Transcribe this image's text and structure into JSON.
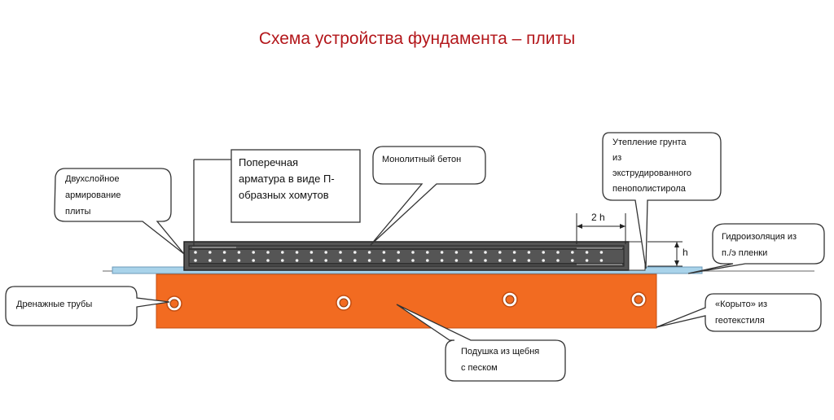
{
  "title": "Схема устройства фундамента – плиты",
  "labels": {
    "double_layer_line1": "Двухслойное",
    "double_layer_line2": "армирование",
    "double_layer_line3": "плиты",
    "transverse_line1": "Поперечная",
    "transverse_line2": "арматура в виде П-",
    "transverse_line3": "образных хомутов",
    "concrete": "Монолитный бетон",
    "insulation_line1": "Утепление грунта",
    "insulation_line2": "из",
    "insulation_line3": "экструдированного",
    "insulation_line4": "пенополистирола",
    "waterproof_line1": "Гидроизоляция из",
    "waterproof_line2": "п./э пленки",
    "drain": "Дренажные трубы",
    "trough_line1": "«Корыто» из",
    "trough_line2": "геотекстиля",
    "cushion_line1": "Подушка из щебня",
    "cushion_line2": "с песком"
  },
  "dimensions": {
    "width_label": "2 h",
    "height_label": "h"
  },
  "colors": {
    "title": "#b3171b",
    "cushion": "#f26b21",
    "slab_fill": "#555555",
    "membrane": "#a9d3ea",
    "rebar_dot": "#f2f2f2"
  }
}
